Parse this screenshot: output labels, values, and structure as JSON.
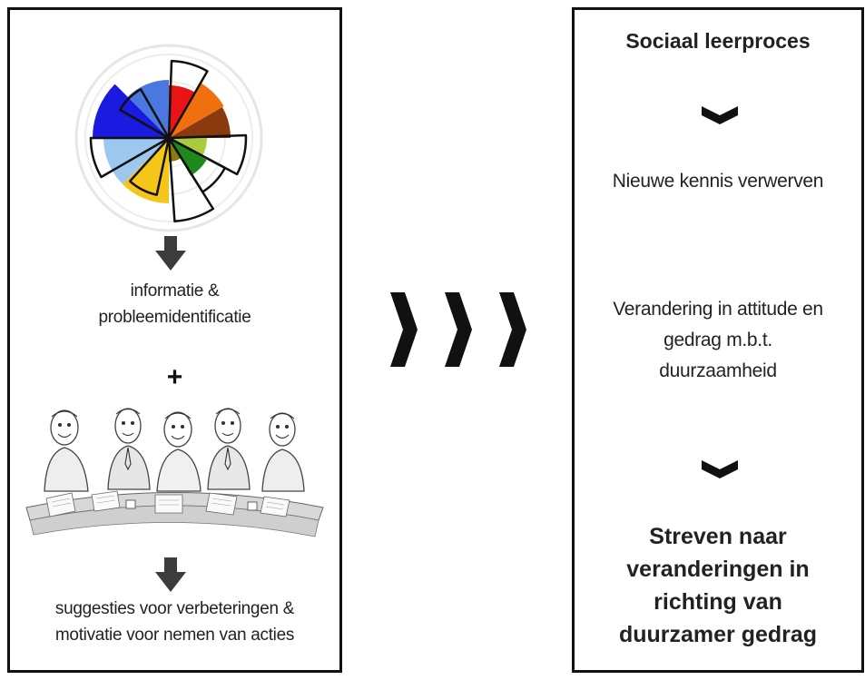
{
  "left_panel": {
    "info_text_line1": "informatie &",
    "info_text_line2": "probleemidentificatie",
    "plus": "+",
    "suggestions_line1": "suggesties voor verbeteringen  &",
    "suggestions_line2": "motivatie voor nemen van acties"
  },
  "right_panel": {
    "title": "Sociaal leerproces",
    "step1": "Nieuwe kennis verwerven",
    "step2_line1": "Verandering in attitude en",
    "step2_line2": "gedrag m.b.t.",
    "step2_line3": "duurzaamheid",
    "goal_line1": "Streven naar",
    "goal_line2": "veranderingen in",
    "goal_line3": "richting van",
    "goal_line4": "duurzamer gedrag"
  },
  "colors": {
    "red": "#e81416",
    "orange": "#f07010",
    "brown": "#8b3a10",
    "light_green": "#a8cc3c",
    "green": "#1e8a1e",
    "olive": "#8a7a10",
    "yellow": "#f5c518",
    "light_blue": "#9cc8f0",
    "blue": "#1a1ae0",
    "mid_blue": "#4a78e0"
  }
}
